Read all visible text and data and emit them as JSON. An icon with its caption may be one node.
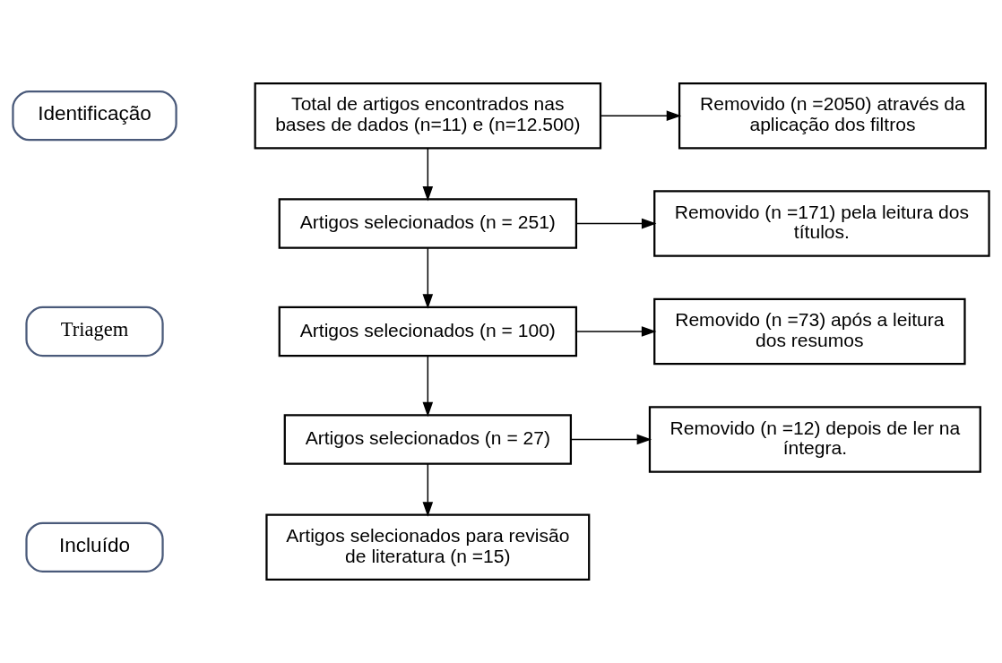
{
  "diagram": {
    "nodes": [
      {
        "text": [
          "Identificação"
        ]
      },
      {
        "text": [
          "Total de artigos encontrados nas bases de dados (n=11) e (n=12.500)"
        ]
      },
      {
        "text": [
          "Removido (n =2050) através da aplicação dos filtros"
        ]
      },
      {
        "text": [
          "Triagem"
        ]
      },
      {
        "text": [
          "Artigos selecionados (n = 251)"
        ]
      },
      {
        "text": [
          "Removido (n =171) pela leitura dos títulos."
        ]
      },
      {
        "text": [
          "Artigos selecionados (n = 100)"
        ]
      },
      {
        "text": [
          "Removido (n =73) após a leitura dos resumos"
        ]
      },
      {
        "text": [
          "Artigos selecionados (n = 27)"
        ]
      },
      {
        "text": [
          "Removido (n =12) depois de ler na íntegra."
        ]
      },
      {
        "text": [
          "Incluído"
        ]
      },
      {
        "text": [
          "Artigos selecionados para revisão de literatura (n =15)"
        ]
      }
    ],
    "edges": [
      {
        "from": 1,
        "to": 2,
        "arrow": "to"
      },
      {
        "from": 1,
        "to": 4,
        "arrow": "to"
      },
      {
        "from": 4,
        "to": 5,
        "arrow": "to"
      },
      {
        "from": 4,
        "to": 6,
        "arrow": "to"
      },
      {
        "from": 6,
        "to": 7,
        "arrow": "to"
      },
      {
        "from": 6,
        "to": 8,
        "arrow": "to"
      },
      {
        "from": 8,
        "to": 9,
        "arrow": "to"
      },
      {
        "from": 8,
        "to": 11,
        "arrow": "to"
      }
    ]
  }
}
